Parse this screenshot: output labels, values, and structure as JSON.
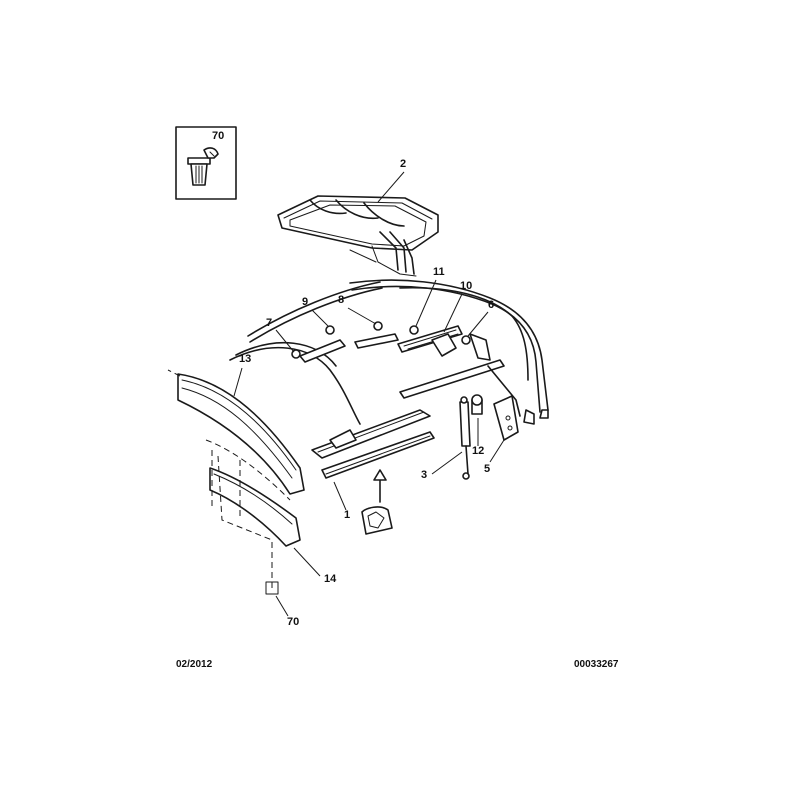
{
  "callouts": {
    "c70_box": "70",
    "c2": "2",
    "c11": "11",
    "c10": "10",
    "c9": "9",
    "c8": "8",
    "c6": "6",
    "c7": "7",
    "c13": "13",
    "c12": "12",
    "c3": "3",
    "c5": "5",
    "c1": "1",
    "c14": "14",
    "c70_bottom": "70"
  },
  "footer": {
    "date": "02/2012",
    "ref": "00033267"
  }
}
